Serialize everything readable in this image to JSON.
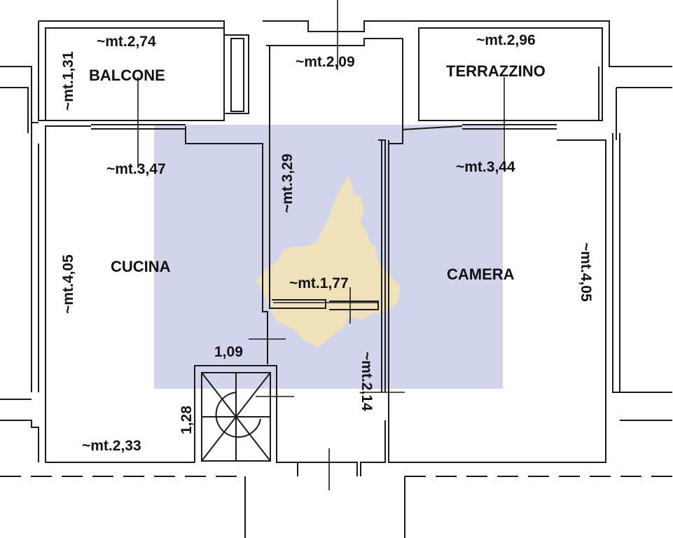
{
  "plan": {
    "rooms": {
      "balcone": "BALCONE",
      "terrazzino": "TERRAZZINO",
      "cucina": "CUCINA",
      "camera": "CAMERA"
    },
    "dimensions": {
      "balcone_width": "~mt.2,74",
      "balcone_depth": "~mt.1,31",
      "hall_width": "~mt.2,09",
      "terrazzino_width": "~mt.2,96",
      "cucina_width": "~mt.3,47",
      "corridor_length": "~mt.3,29",
      "camera_width": "~mt.3,44",
      "cucina_depth": "~mt.4,05",
      "camera_depth": "~mt.4,05",
      "passage_width": "~mt.1,77",
      "stair_width": "1,09",
      "stair_depth": "1,28",
      "cucina_bottom": "~mt.2,33",
      "camera_passage": "~mt.2,14"
    },
    "colors": {
      "wall": "#1a1a1a",
      "watermark_bg": "#c9cce8",
      "watermark_shape": "#f3e2b8"
    }
  }
}
